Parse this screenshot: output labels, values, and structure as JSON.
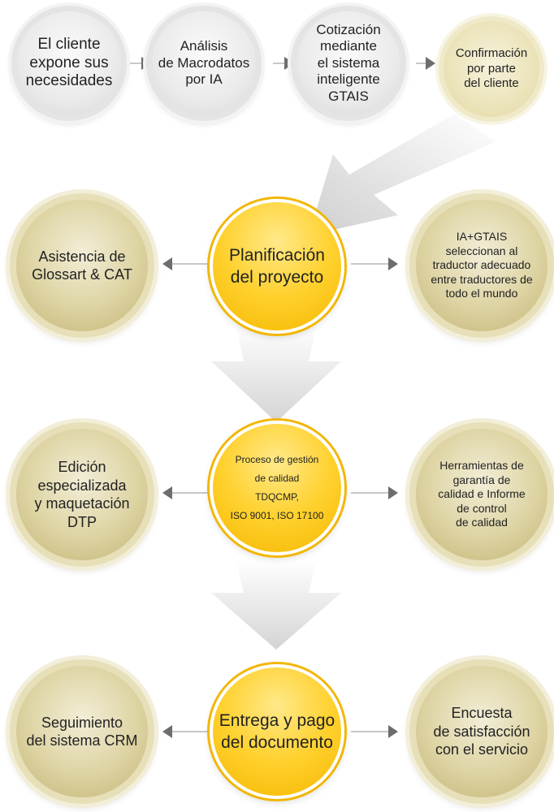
{
  "top_row": [
    {
      "text": "El cliente\nexpone sus\nnecesidades"
    },
    {
      "text": "Análisis\nde Macrodatos\npor IA"
    },
    {
      "text": "Cotización\nmediante\nel sistema\ninteligente\nGTAIS"
    },
    {
      "text": "Confirmación\npor parte\ndel cliente"
    }
  ],
  "row2": {
    "left": "Asistencia de\nGlossart & CAT",
    "center": "Planificación\ndel proyecto",
    "right": "IA+GTAIS\nseleccionan al\ntraductor adecuado\nentre traductores de\ntodo el mundo"
  },
  "row3": {
    "left": "Edición\nespecializada\ny maquetación\nDTP",
    "center": "Proceso de gestión\nde calidad\nTDQCMP,\nISO 9001, ISO 17100",
    "right": "Herramientas de\ngarantía de\ncalidad e Informe\nde control\nde calidad"
  },
  "row4": {
    "left": "Seguimiento\ndel sistema CRM",
    "center": "Entrega y pago\ndel documento",
    "right": "Encuesta\nde satisfacción\ncon el servicio"
  },
  "colors": {
    "yellow": "#ffd12e",
    "olive": "#ddd3a2",
    "gray": "#eaeaea"
  }
}
